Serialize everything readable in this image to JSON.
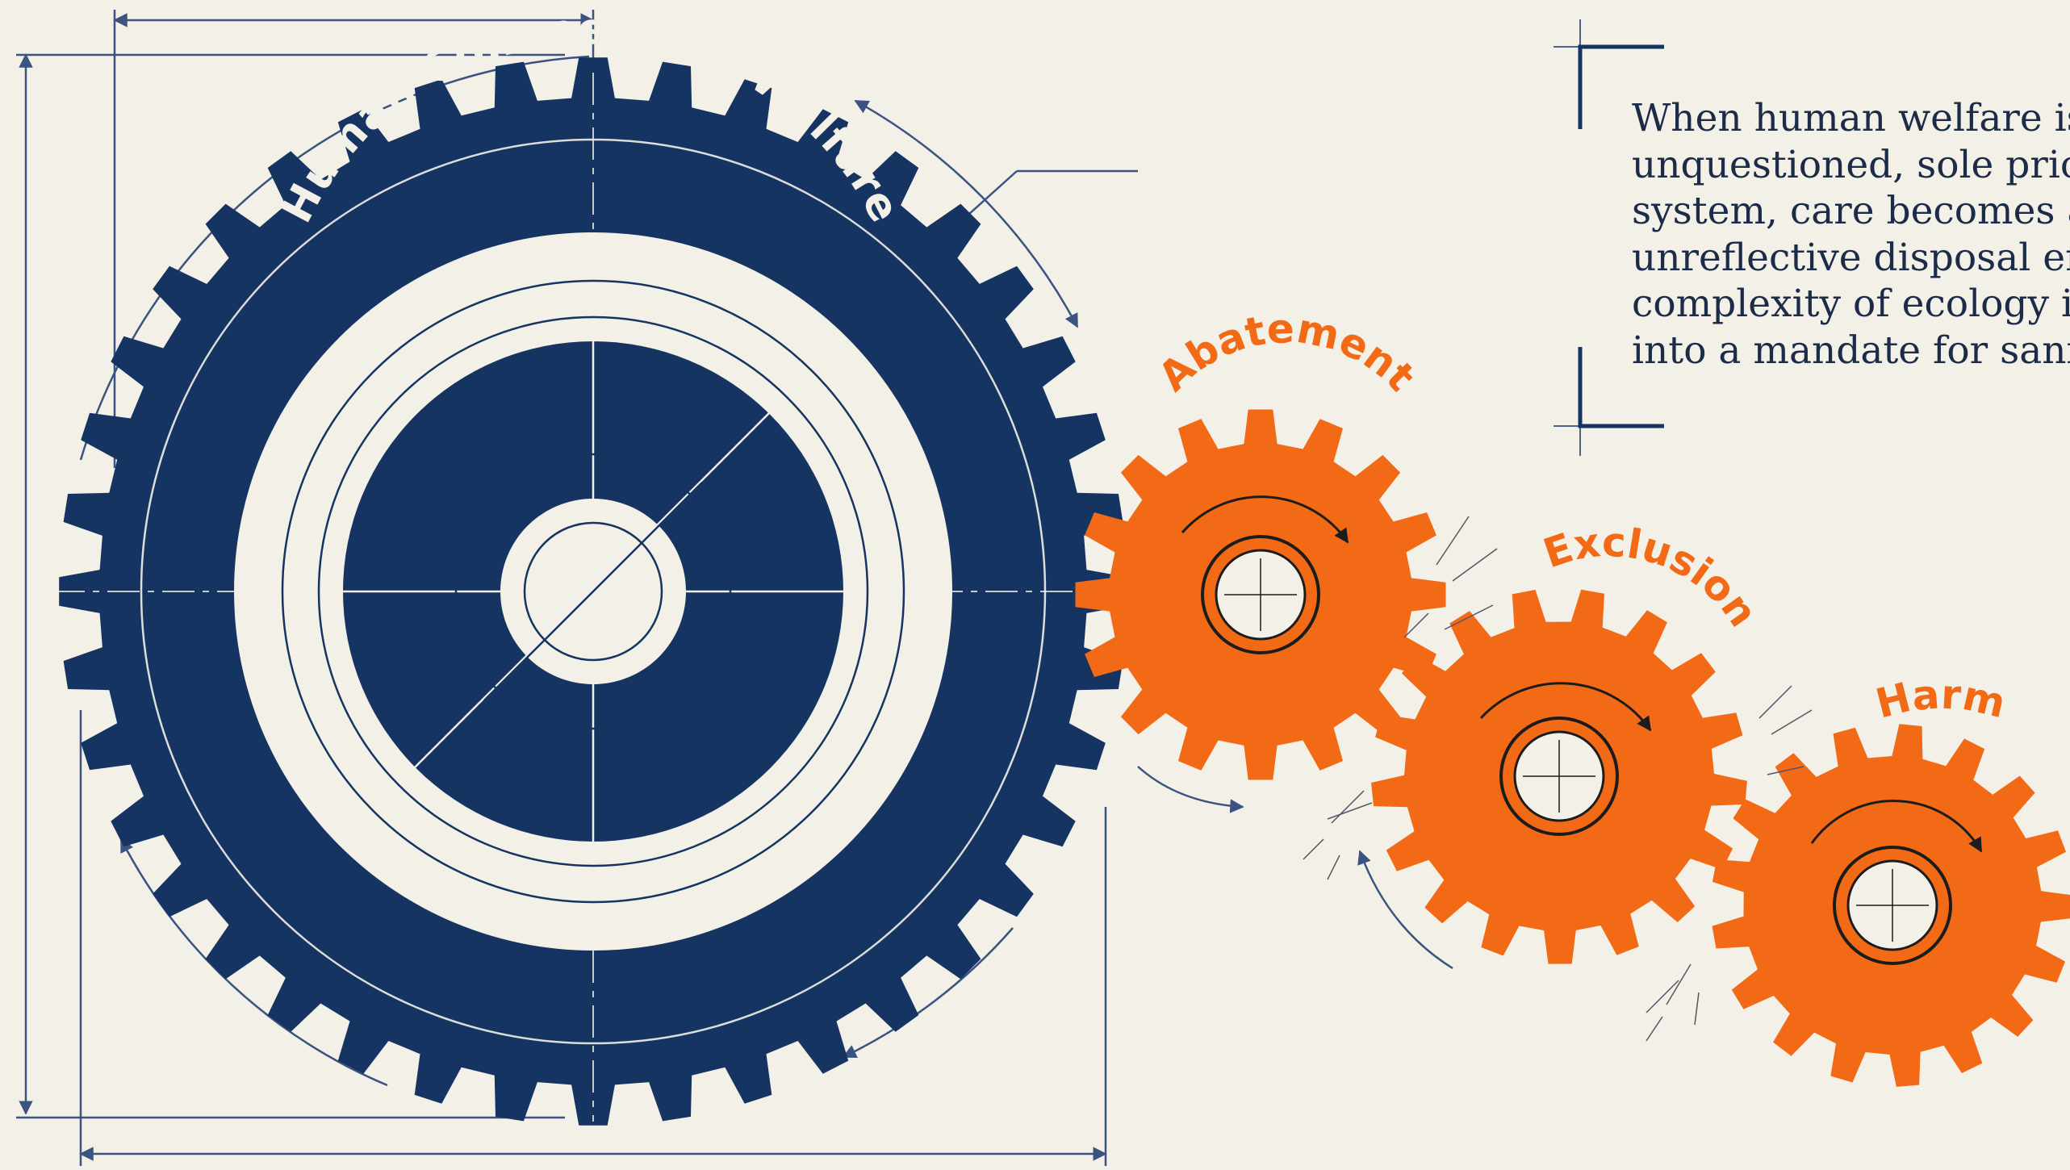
{
  "colors": {
    "background": "#f3f0e8",
    "navy": "#163462",
    "orange": "#f26a16",
    "blueprint_line": "#3b5380",
    "light_line": "#b9c4d6"
  },
  "gears": {
    "main": {
      "label": "Human Commerce & Welfare",
      "color": "navy"
    },
    "abatement": {
      "label": "Abatement",
      "color": "orange"
    },
    "exclusion": {
      "label": "Exclusion",
      "color": "orange"
    },
    "harm": {
      "label": "Harm",
      "color": "orange"
    }
  },
  "quote": {
    "lines": [
      "When human welfare is",
      "unquestioned, sole prior",
      "system, care becomes ar",
      "unreflective disposal eng",
      "complexity of ecology is",
      "into a mandate for sanita"
    ]
  }
}
